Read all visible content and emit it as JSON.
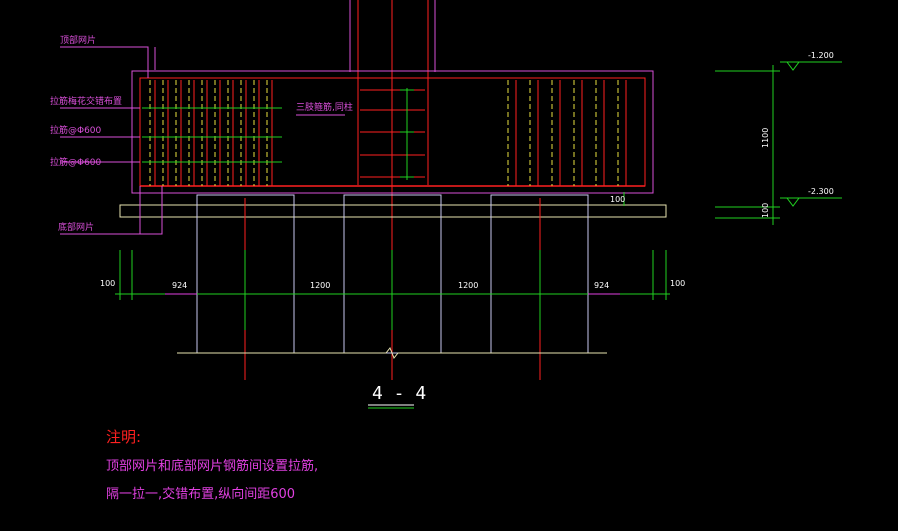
{
  "labels": {
    "top_mesh": "顶部网片",
    "tie_staggered": "拉筋梅花交错布置",
    "tie_1": "拉筋@Φ600",
    "tie_2": "拉筋@Φ600",
    "bottom_mesh": "底部网片",
    "stirrup": "三肢箍筋,同柱"
  },
  "dimensions": {
    "left_100": "100",
    "left_924": "924",
    "span_1200_a": "1200",
    "span_1200_b": "1200",
    "right_924": "924",
    "right_100": "100",
    "cap_100": "100",
    "elev_1100": "1100",
    "elev_100": "100",
    "level_top": "-1.200",
    "level_bottom": "-2.300"
  },
  "section_title": "4 - 4",
  "notes": {
    "title": "注明:",
    "line1": "顶部网片和底部网片钢筋间设置拉筋,",
    "line2": "隔一拉一,交错布置,纵向间距600"
  },
  "colors": {
    "magenta": "#d94fd9",
    "red": "#ff2020",
    "yellow": "#e8e040",
    "green": "#20d020",
    "white": "#ffffff",
    "lavender": "#c8c8f0"
  }
}
